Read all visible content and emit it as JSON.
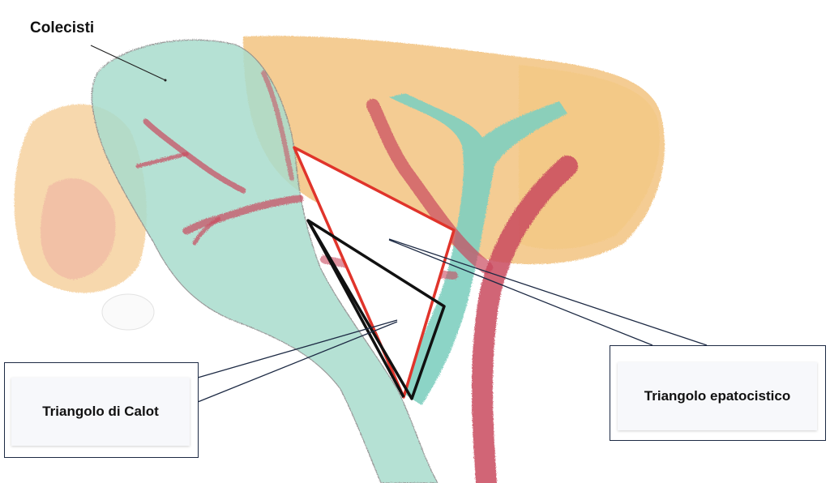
{
  "labels": {
    "gallbladder": "Colecisti",
    "calot": "Triangolo di Calot",
    "hepatocystic": "Triangolo epatocistico"
  },
  "colors": {
    "liver": "#f0b86a",
    "gallbladder_duct": "#a8dccd",
    "artery": "#c94a5e",
    "hepatocystic_triangle": "#e0342b",
    "calot_triangle": "#111111",
    "callout_line": "#1d2a44"
  },
  "icons": [
    "gallbladder-illustration",
    "liver-illustration",
    "artery-illustration"
  ]
}
